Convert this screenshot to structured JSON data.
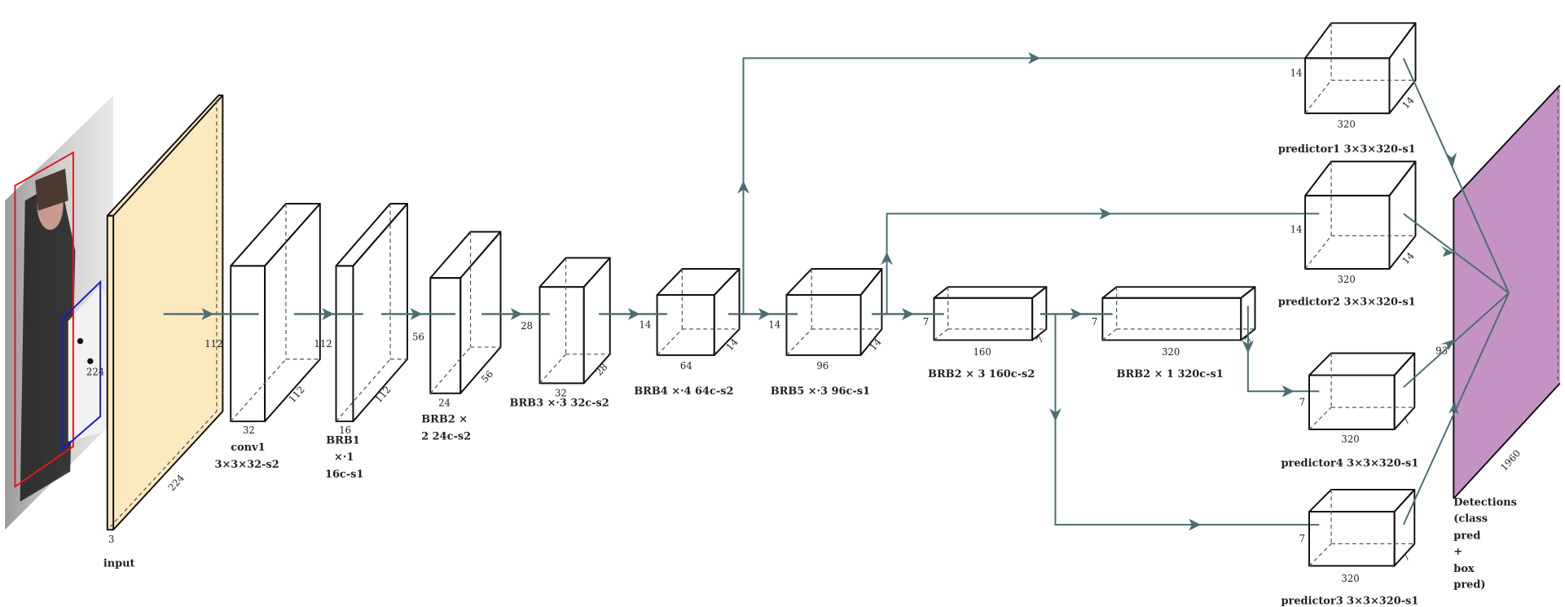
{
  "colors": {
    "conv_fill": "#fde9c0",
    "conv_side": "#f7dba6",
    "brb_fill": "#c5d9ec",
    "brb_side": "#b4cce4",
    "detections_fill": "#c493c4",
    "arrow": "#4a6e72",
    "edge": "#111111"
  },
  "input": {
    "label": "input",
    "channels": "3",
    "size_h": "224",
    "size_w": "224"
  },
  "layers": [
    {
      "id": "conv1",
      "title": "conv1",
      "spec": "3×3×32-s2",
      "channels": "32",
      "height": "112",
      "depth": "112"
    },
    {
      "id": "brb1",
      "title": "BRB1",
      "spec": "×·1",
      "spec2": "16c-s1",
      "channels": "16",
      "height": "112",
      "depth": "112"
    },
    {
      "id": "brb2a",
      "title": "BRB2 ×",
      "spec": "2 24c-s2",
      "channels": "24",
      "height": "56",
      "depth": "56"
    },
    {
      "id": "brb3",
      "title": "BRB3 ×·3 32c-s2",
      "channels": "32",
      "height": "28",
      "depth": "28"
    },
    {
      "id": "brb4",
      "title": "BRB4 ×·4 64c-s2",
      "channels": "64",
      "height": "14",
      "depth": "14"
    },
    {
      "id": "brb5",
      "title": "BRB5 ×·3 96c-s1",
      "channels": "96",
      "height": "14",
      "depth": "14"
    },
    {
      "id": "brb2b",
      "title": "BRB2 × 3 160c-s2",
      "channels": "160",
      "height": "7",
      "depth": "7"
    },
    {
      "id": "brb2c",
      "title": "BRB2 × 1 320c-s1",
      "channels": "320",
      "height": "7",
      "depth": "7"
    }
  ],
  "predictors": [
    {
      "id": "predictor1",
      "title": "predictor1 3×3×320-s1",
      "channels": "320",
      "height": "14",
      "depth": "14"
    },
    {
      "id": "predictor2",
      "title": "predictor2 3×3×320-s1",
      "channels": "320",
      "height": "14",
      "depth": "14"
    },
    {
      "id": "predictor4",
      "title": "predictor4 3×3×320-s1",
      "channels": "320",
      "height": "7",
      "depth": "7"
    },
    {
      "id": "predictor3",
      "title": "predictor3 3×3×320-s1",
      "channels": "320",
      "height": "7",
      "depth": "7"
    }
  ],
  "detections": {
    "lines": [
      "Detections",
      "(class",
      "pred",
      "+",
      "box",
      "pred)"
    ],
    "height": "93",
    "depth": "1960"
  }
}
